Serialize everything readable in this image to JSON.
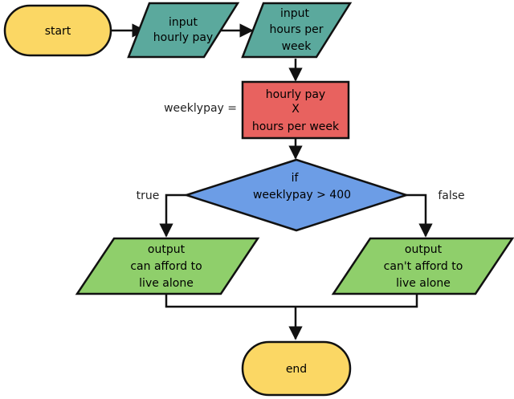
{
  "colors": {
    "terminal": "#fbd764",
    "io_input": "#5ba99d",
    "process": "#e8625f",
    "decision": "#6c9de6",
    "io_output": "#8fcf6b",
    "line": "#111111"
  },
  "nodes": {
    "start": {
      "label": "start"
    },
    "input_pay": {
      "lines": [
        "input",
        "hourly pay"
      ]
    },
    "input_hours": {
      "lines": [
        "input",
        "hours per",
        "week"
      ]
    },
    "process": {
      "lines": [
        "hourly pay",
        "X",
        "hours per week"
      ],
      "assign_label": "weeklypay ="
    },
    "decision": {
      "lines": [
        "if",
        "weeklypay > 400"
      ]
    },
    "output_true": {
      "lines": [
        "output",
        "can afford to",
        "live alone"
      ]
    },
    "output_false": {
      "lines": [
        "output",
        "can't afford to",
        "live alone"
      ]
    },
    "end": {
      "label": "end"
    }
  },
  "edges": {
    "true_label": "true",
    "false_label": "false"
  }
}
